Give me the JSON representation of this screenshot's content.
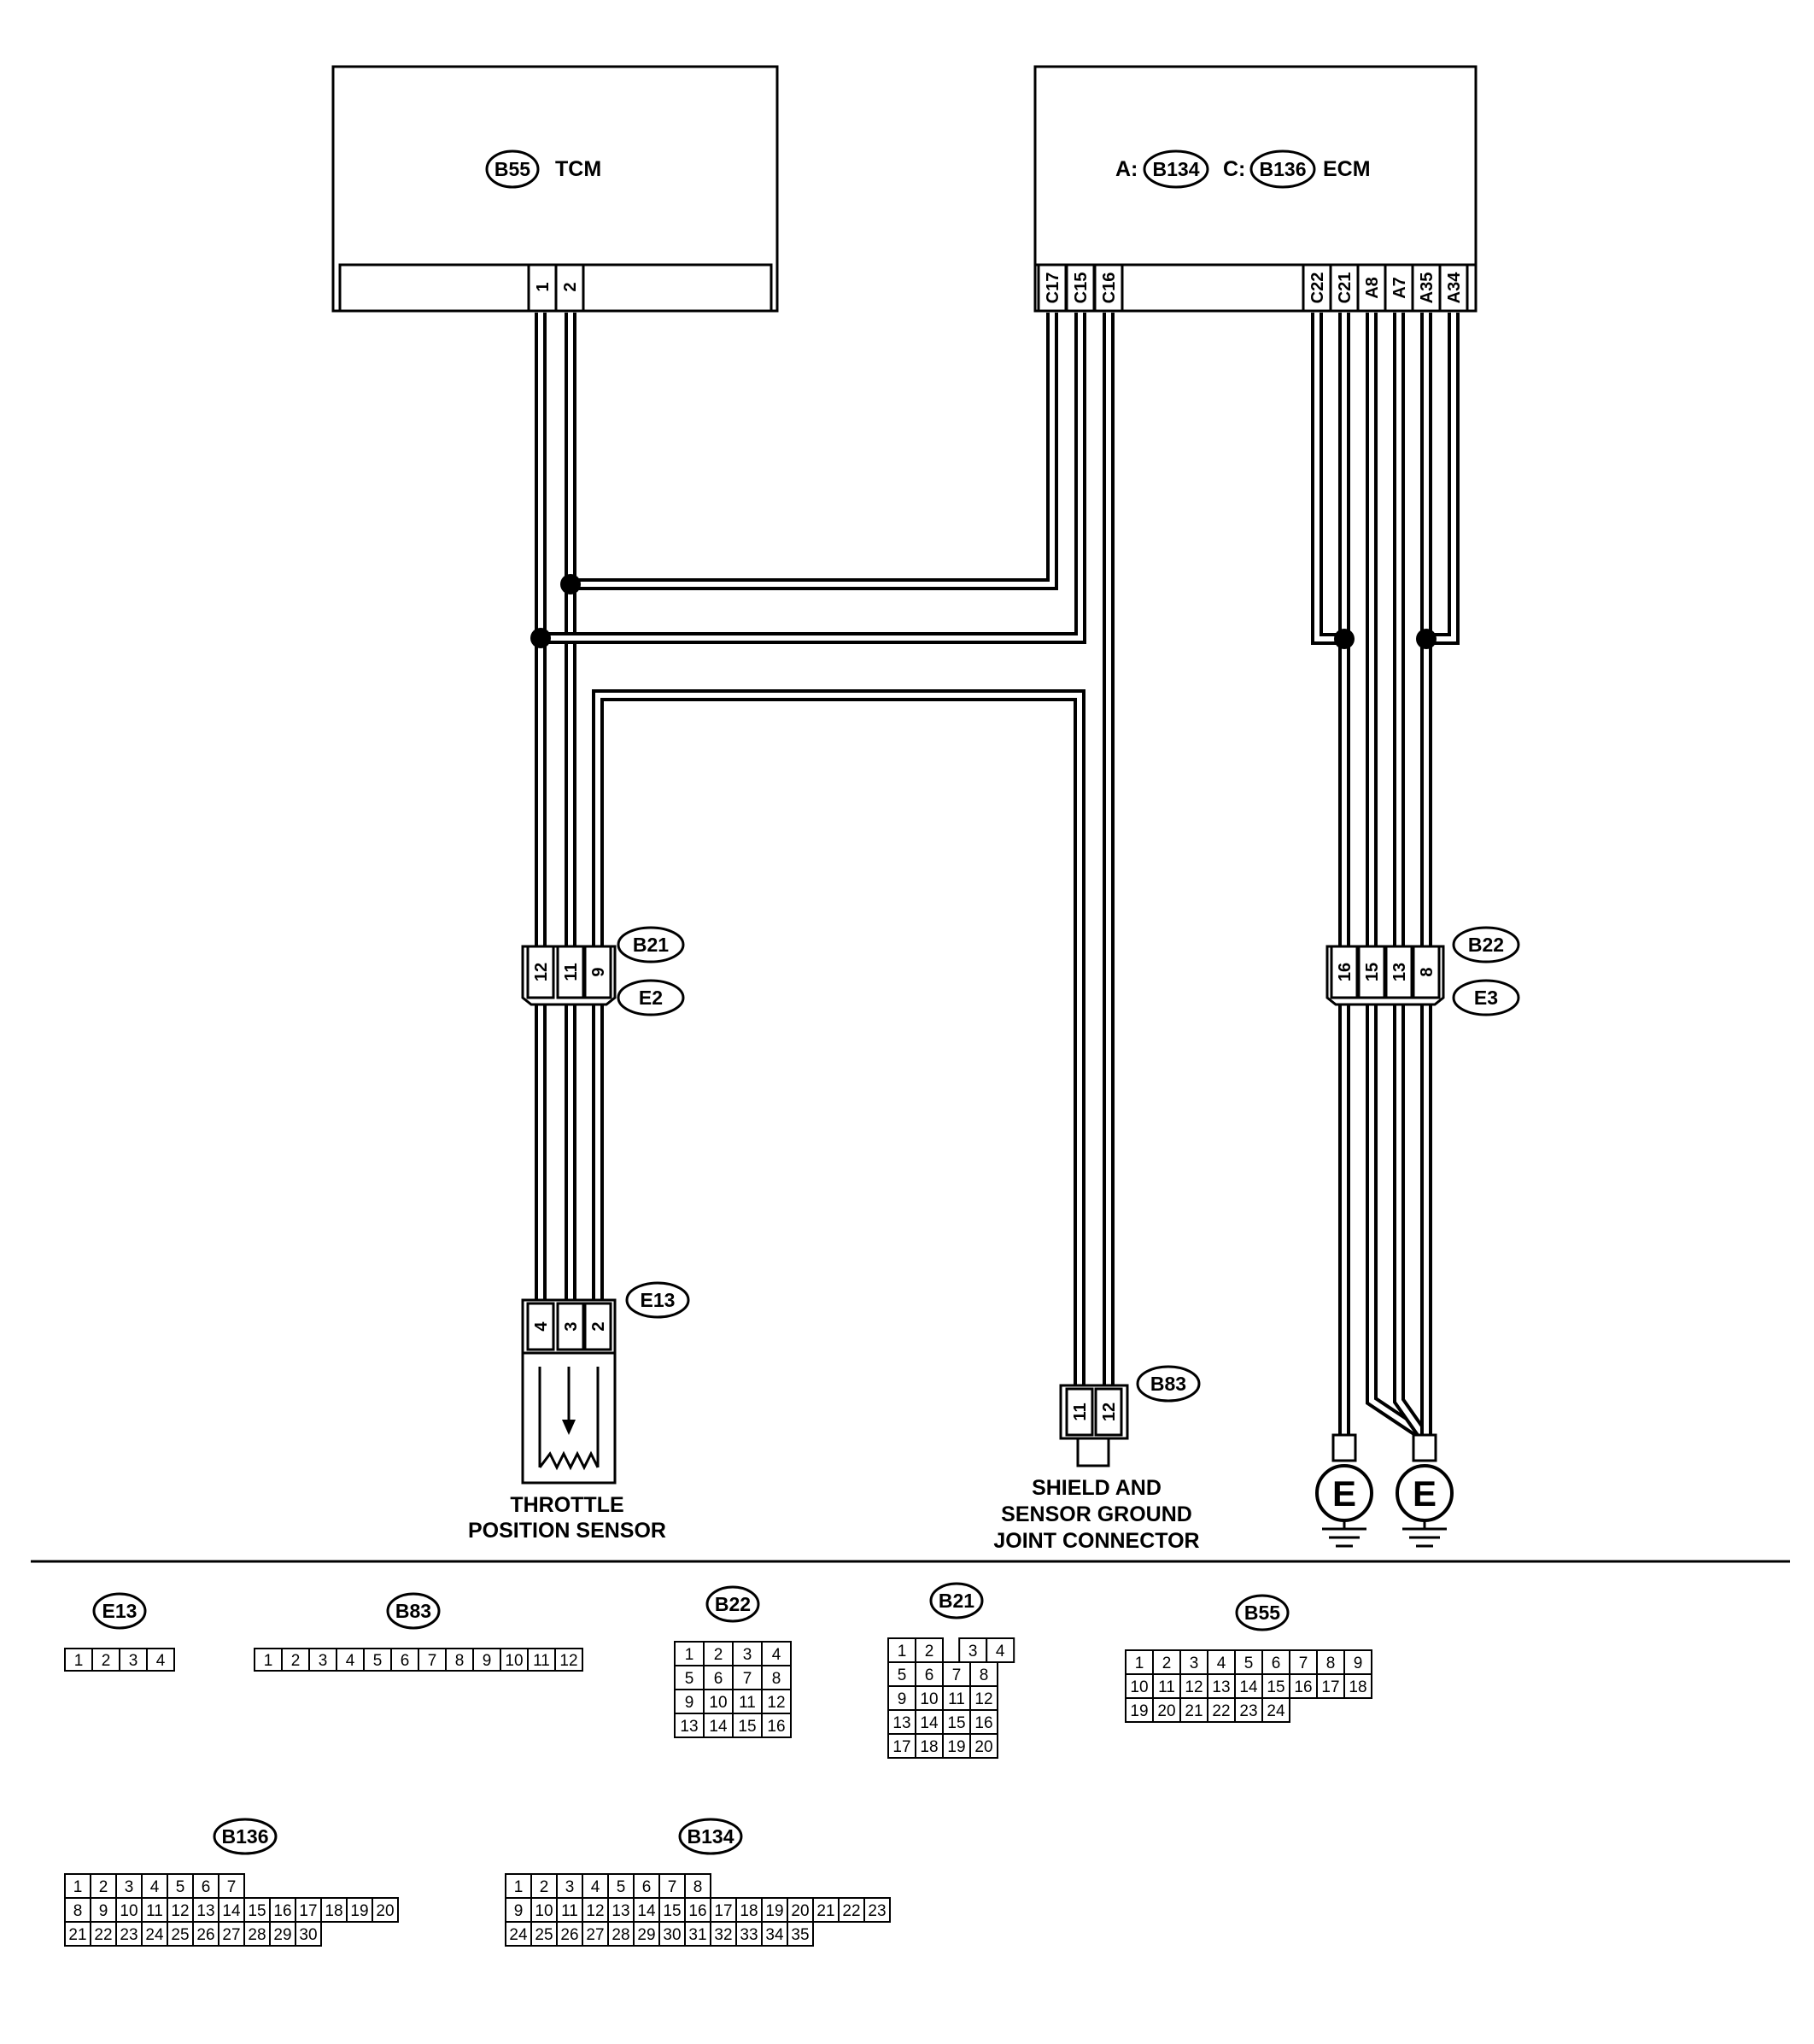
{
  "tcm": {
    "connector": "B55",
    "name": "TCM",
    "pins": [
      "1",
      "2"
    ]
  },
  "ecm": {
    "prefix_a": "A:",
    "connector_a": "B134",
    "prefix_c": "C:",
    "connector_c": "B136",
    "name": "ECM",
    "pins_left": [
      "C17",
      "C15",
      "C16"
    ],
    "pins_right": [
      "C22",
      "C21",
      "A8",
      "A7",
      "A35",
      "A34"
    ]
  },
  "joint_b21_e2": {
    "top": "B21",
    "bottom": "E2",
    "pins": [
      "12",
      "11",
      "9"
    ]
  },
  "joint_b22_e3": {
    "top": "B22",
    "bottom": "E3",
    "pins": [
      "16",
      "15",
      "13",
      "8"
    ]
  },
  "sensor": {
    "connector": "E13",
    "pins": [
      "4",
      "3",
      "2"
    ],
    "label_line1": "THROTTLE",
    "label_line2": "POSITION SENSOR"
  },
  "shield": {
    "connector": "B83",
    "pins": [
      "11",
      "12"
    ],
    "label_line1": "SHIELD AND",
    "label_line2": "SENSOR GROUND",
    "label_line3": "JOINT CONNECTOR"
  },
  "ground_symbol": "E",
  "views": {
    "e13": {
      "label": "E13",
      "rows": [
        [
          "1",
          "2",
          "3",
          "4"
        ]
      ]
    },
    "b83": {
      "label": "B83",
      "rows": [
        [
          "1",
          "2",
          "3",
          "4",
          "5",
          "6",
          "7",
          "8",
          "9",
          "10",
          "11",
          "12"
        ]
      ]
    },
    "b22": {
      "label": "B22",
      "rows": [
        [
          "1",
          "2",
          "3",
          "4"
        ],
        [
          "5",
          "6",
          "7",
          "8"
        ],
        [
          "9",
          "10",
          "11",
          "12"
        ],
        [
          "13",
          "14",
          "15",
          "16"
        ]
      ]
    },
    "b21": {
      "label": "B21",
      "rows": [
        [
          "1",
          "2",
          "",
          "3",
          "4"
        ],
        [
          "5",
          "6",
          "7",
          "8"
        ],
        [
          "9",
          "10",
          "11",
          "12"
        ],
        [
          "13",
          "14",
          "15",
          "16"
        ],
        [
          "17",
          "18",
          "19",
          "20"
        ]
      ]
    },
    "b55": {
      "label": "B55",
      "rows": [
        [
          "1",
          "2",
          "3",
          "4",
          "5",
          "6",
          "7",
          "8",
          "9"
        ],
        [
          "10",
          "11",
          "12",
          "13",
          "14",
          "15",
          "16",
          "17",
          "18"
        ],
        [
          "19",
          "20",
          "21",
          "22",
          "23",
          "24"
        ]
      ]
    },
    "b136": {
      "label": "B136",
      "rows": [
        [
          "1",
          "2",
          "3",
          "4",
          "5",
          "6",
          "7"
        ],
        [
          "8",
          "9",
          "10",
          "11",
          "12",
          "13",
          "14",
          "15",
          "16",
          "17",
          "18",
          "19",
          "20"
        ],
        [
          "21",
          "22",
          "23",
          "24",
          "25",
          "26",
          "27",
          "28",
          "29",
          "30"
        ]
      ]
    },
    "b134": {
      "label": "B134",
      "rows": [
        [
          "1",
          "2",
          "3",
          "4",
          "5",
          "6",
          "7",
          "8"
        ],
        [
          "9",
          "10",
          "11",
          "12",
          "13",
          "14",
          "15",
          "16",
          "17",
          "18",
          "19",
          "20",
          "21",
          "22",
          "23"
        ],
        [
          "24",
          "25",
          "26",
          "27",
          "28",
          "29",
          "30",
          "31",
          "32",
          "33",
          "34",
          "35"
        ]
      ]
    }
  },
  "figure_id": "G02037462"
}
